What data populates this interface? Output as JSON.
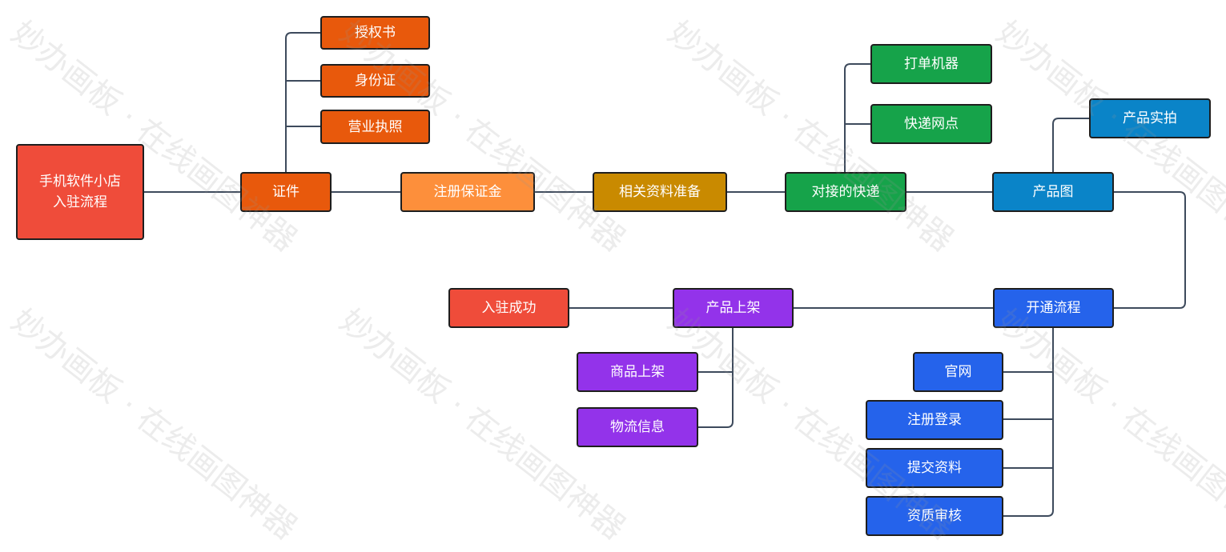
{
  "diagram": {
    "root": {
      "label": "手机软件小店\n入驻流程",
      "color": "#ef4c3a"
    },
    "nodes": [
      {
        "id": "zhengjian",
        "label": "证件",
        "color": "#e8590c"
      },
      {
        "id": "shouquanshu",
        "label": "授权书",
        "color": "#e8590c"
      },
      {
        "id": "shenfenzheng",
        "label": "身份证",
        "color": "#e8590c"
      },
      {
        "id": "yingyezhizhao",
        "label": "营业执照",
        "color": "#e8590c"
      },
      {
        "id": "baozhengjin",
        "label": "注册保证金",
        "color": "#fd8f3b"
      },
      {
        "id": "ziliao",
        "label": "相关资料准备",
        "color": "#c98a00"
      },
      {
        "id": "kuaidi",
        "label": "对接的快递",
        "color": "#16a34a"
      },
      {
        "id": "dayinjiqi",
        "label": "打单机器",
        "color": "#16a34a"
      },
      {
        "id": "wangdian",
        "label": "快递网点",
        "color": "#16a34a"
      },
      {
        "id": "chanpintu",
        "label": "产品图",
        "color": "#0a84c8"
      },
      {
        "id": "shipai",
        "label": "产品实拍",
        "color": "#0a84c8"
      },
      {
        "id": "kaitong",
        "label": "开通流程",
        "color": "#2563eb"
      },
      {
        "id": "guanwang",
        "label": "官网",
        "color": "#2563eb"
      },
      {
        "id": "zhuce",
        "label": "注册登录",
        "color": "#2563eb"
      },
      {
        "id": "tijiao",
        "label": "提交资料",
        "color": "#2563eb"
      },
      {
        "id": "shenhe",
        "label": "资质审核",
        "color": "#2563eb"
      },
      {
        "id": "shangjia",
        "label": "产品上架",
        "color": "#9333ea"
      },
      {
        "id": "shangpin",
        "label": "商品上架",
        "color": "#9333ea"
      },
      {
        "id": "wuliu",
        "label": "物流信息",
        "color": "#9333ea"
      },
      {
        "id": "chenggong",
        "label": "入驻成功",
        "color": "#ef4c3a"
      }
    ]
  },
  "watermark": {
    "text": "妙办画板 · 在线画图神器",
    "icon": "watermark-text"
  }
}
